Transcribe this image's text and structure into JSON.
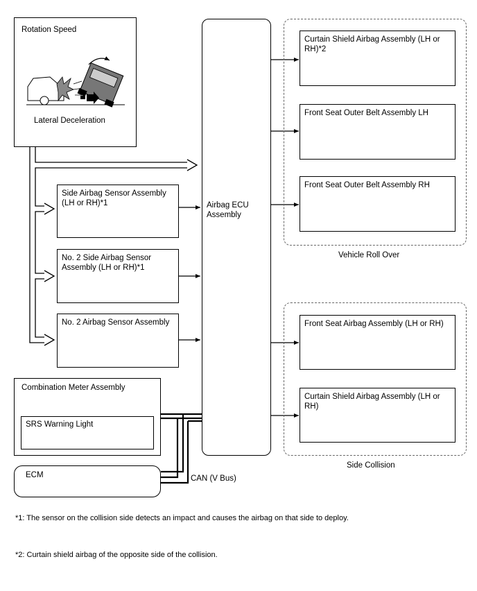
{
  "input_panel": {
    "rotation_speed": "Rotation Speed",
    "lateral_deceleration": "Lateral Deceleration"
  },
  "sensors": [
    {
      "label": "Side Airbag Sensor Assembly (LH or RH)*1"
    },
    {
      "label": "No. 2 Side Airbag Sensor Assembly (LH or RH)*1"
    },
    {
      "label": "No. 2 Airbag Sensor Assembly"
    }
  ],
  "ecu": {
    "label": "Airbag ECU Assembly"
  },
  "meter": {
    "label": "Combination Meter Assembly",
    "warning_light": "SRS Warning Light"
  },
  "ecm": {
    "label": "ECM"
  },
  "can_bus": {
    "label": "CAN (V Bus)"
  },
  "roll_over_group": {
    "label": "Vehicle Roll Over",
    "items": [
      {
        "label": "Curtain Shield Airbag Assembly (LH or RH)*2"
      },
      {
        "label": "Front Seat Outer Belt Assembly LH"
      },
      {
        "label": "Front Seat Outer Belt Assembly RH"
      }
    ]
  },
  "side_collision_group": {
    "label": "Side Collision",
    "items": [
      {
        "label": "Front Seat Airbag Assembly (LH or RH)"
      },
      {
        "label": "Curtain Shield Airbag Assembly (LH or RH)"
      }
    ]
  },
  "notes": [
    "*1: The sensor on the collision side detects an impact and causes the airbag on that side to deploy.",
    "*2: Curtain shield airbag of the opposite side of the collision."
  ]
}
